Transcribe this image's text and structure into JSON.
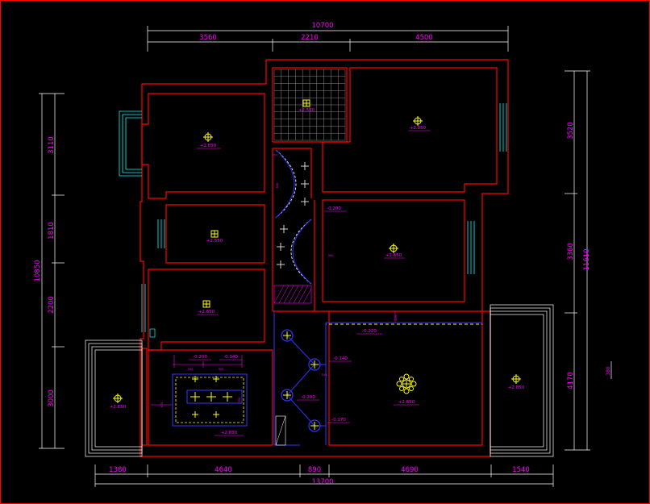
{
  "plan": {
    "colors": {
      "wall": "#ff0000",
      "dimension": "#ff00ff",
      "extension_line": "#ffffff",
      "window": "#00ffff",
      "ceiling_line": "#3333ff",
      "light_fixture": "#ffff00",
      "background": "#000000"
    },
    "dimensions": {
      "top_overall": "10700",
      "top_segments": [
        "3560",
        "2210",
        "4500"
      ],
      "bottom_overall": "13700",
      "bottom_segments": [
        "1380",
        "4640",
        "890",
        "4690",
        "1540"
      ],
      "left_overall": "10850",
      "left_segments": [
        "3110",
        "1810",
        "2200",
        "3000"
      ],
      "right_overall": "11610",
      "right_segments": [
        "3520",
        "3360",
        "4170"
      ],
      "right_extra": "380"
    },
    "elevations": {
      "bedroom_nw": "+2.850",
      "bath_top": "+2.550",
      "master_bedroom": "+2.850",
      "small_room": "+2.550",
      "bedroom_sw": "+2.850",
      "middle_room": "+2.850",
      "living_room": "+2.850",
      "balcony_left": "+2.850",
      "balcony_right": "+2.850",
      "dining": "+2.850",
      "corridor_upper": "-0.200",
      "living_soffit": "-0.220",
      "dining_soffit_a": "-0.200",
      "dining_soffit_b": "-0.140",
      "corridor_a": "-0.140",
      "corridor_b": "-0.200",
      "corridor_c": "-0.170"
    },
    "small_dims": {
      "corridor_w": "800",
      "corridor_w2": "300",
      "dining_a": "200",
      "dining_b": "300",
      "dining_c": "500",
      "dining_d": "870",
      "living_top": "120",
      "corridor_gap": "150"
    },
    "icons": [
      "ceiling-light-icon",
      "chandelier-icon",
      "downlight-icon"
    ]
  }
}
